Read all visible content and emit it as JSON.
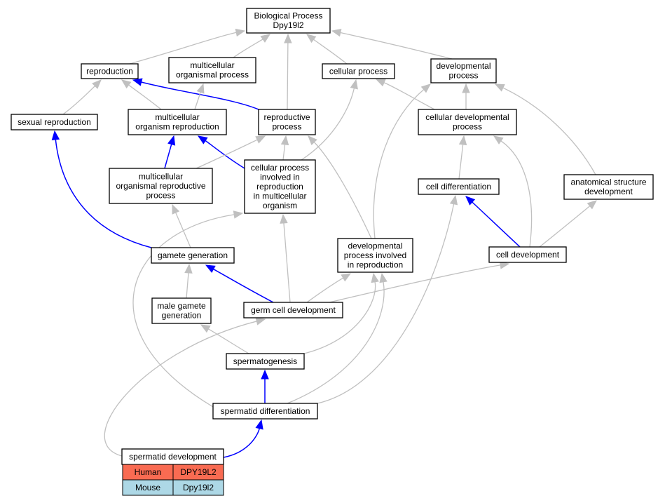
{
  "nodes": [
    {
      "id": "bp",
      "lines": [
        "Biological Process",
        "Dpy19l2"
      ]
    },
    {
      "id": "reproduction",
      "lines": [
        "reproduction"
      ]
    },
    {
      "id": "mop",
      "lines": [
        "multicellular",
        "organismal process"
      ]
    },
    {
      "id": "cellproc",
      "lines": [
        "cellular process"
      ]
    },
    {
      "id": "devproc",
      "lines": [
        "developmental",
        "process"
      ]
    },
    {
      "id": "sexrep",
      "lines": [
        "sexual reproduction"
      ]
    },
    {
      "id": "mor",
      "lines": [
        "multicellular",
        "organism reproduction"
      ]
    },
    {
      "id": "repproc",
      "lines": [
        "reproductive",
        "process"
      ]
    },
    {
      "id": "celldevproc",
      "lines": [
        "cellular developmental",
        "process"
      ]
    },
    {
      "id": "morp",
      "lines": [
        "multicellular",
        "organismal reproductive",
        "process"
      ]
    },
    {
      "id": "cpir",
      "lines": [
        "cellular process",
        "involved in",
        "reproduction",
        "in multicellular",
        "organism"
      ]
    },
    {
      "id": "celldiff",
      "lines": [
        "cell differentiation"
      ]
    },
    {
      "id": "asd",
      "lines": [
        "anatomical structure",
        "development"
      ]
    },
    {
      "id": "gamgen",
      "lines": [
        "gamete generation"
      ]
    },
    {
      "id": "dpir",
      "lines": [
        "developmental",
        "process involved",
        "in reproduction"
      ]
    },
    {
      "id": "celldev",
      "lines": [
        "cell development"
      ]
    },
    {
      "id": "mgg",
      "lines": [
        "male gamete",
        "generation"
      ]
    },
    {
      "id": "gcd",
      "lines": [
        "germ cell development"
      ]
    },
    {
      "id": "spermgen",
      "lines": [
        "spermatogenesis"
      ]
    },
    {
      "id": "sdiff",
      "lines": [
        "spermatid differentiation"
      ]
    },
    {
      "id": "sdev",
      "lines": [
        "spermatid development"
      ]
    }
  ],
  "legend": {
    "rows": [
      {
        "species": "Human",
        "gene": "DPY19L2",
        "color": "#f96b52"
      },
      {
        "species": "Mouse",
        "gene": "Dpy19l2",
        "color": "#add8e6"
      }
    ]
  },
  "edges": [
    {
      "from": "reproduction",
      "to": "bp",
      "color": "gray"
    },
    {
      "from": "mop",
      "to": "bp",
      "color": "gray"
    },
    {
      "from": "repproc",
      "to": "bp",
      "color": "gray"
    },
    {
      "from": "cellproc",
      "to": "bp",
      "color": "gray"
    },
    {
      "from": "devproc",
      "to": "bp",
      "color": "gray"
    },
    {
      "from": "sexrep",
      "to": "reproduction",
      "color": "gray"
    },
    {
      "from": "mor",
      "to": "reproduction",
      "color": "gray"
    },
    {
      "from": "repproc",
      "to": "reproduction",
      "color": "blue"
    },
    {
      "from": "mor",
      "to": "mop",
      "color": "gray"
    },
    {
      "from": "celldevproc",
      "to": "cellproc",
      "color": "gray"
    },
    {
      "from": "celldevproc",
      "to": "devproc",
      "color": "gray"
    },
    {
      "from": "morp",
      "to": "mor",
      "color": "blue"
    },
    {
      "from": "cpir",
      "to": "mor",
      "color": "blue"
    },
    {
      "from": "morp",
      "to": "repproc",
      "color": "gray"
    },
    {
      "from": "cpir",
      "to": "repproc",
      "color": "gray"
    },
    {
      "from": "cpir",
      "to": "cellproc",
      "color": "gray"
    },
    {
      "from": "dpir",
      "to": "repproc",
      "color": "gray"
    },
    {
      "from": "dpir",
      "to": "devproc",
      "color": "gray"
    },
    {
      "from": "celldiff",
      "to": "celldevproc",
      "color": "gray"
    },
    {
      "from": "celldev",
      "to": "celldevproc",
      "color": "gray"
    },
    {
      "from": "celldev",
      "to": "celldiff",
      "color": "blue"
    },
    {
      "from": "celldev",
      "to": "asd",
      "color": "gray"
    },
    {
      "from": "asd",
      "to": "devproc",
      "color": "gray"
    },
    {
      "from": "gamgen",
      "to": "morp",
      "color": "gray"
    },
    {
      "from": "gamgen",
      "to": "sexrep",
      "color": "blue"
    },
    {
      "from": "mgg",
      "to": "gamgen",
      "color": "gray"
    },
    {
      "from": "gcd",
      "to": "gamgen",
      "color": "blue"
    },
    {
      "from": "gcd",
      "to": "cpir",
      "color": "gray"
    },
    {
      "from": "gcd",
      "to": "dpir",
      "color": "gray"
    },
    {
      "from": "gcd",
      "to": "celldev",
      "color": "gray"
    },
    {
      "from": "spermgen",
      "to": "mgg",
      "color": "gray"
    },
    {
      "from": "spermgen",
      "to": "dpir",
      "color": "gray"
    },
    {
      "from": "sdiff",
      "to": "spermgen",
      "color": "blue"
    },
    {
      "from": "sdiff",
      "to": "cpir",
      "color": "gray"
    },
    {
      "from": "sdiff",
      "to": "dpir",
      "color": "gray"
    },
    {
      "from": "sdiff",
      "to": "celldiff",
      "color": "gray"
    },
    {
      "from": "sdev",
      "to": "sdiff",
      "color": "blue"
    },
    {
      "from": "sdev",
      "to": "gcd",
      "color": "gray"
    }
  ]
}
